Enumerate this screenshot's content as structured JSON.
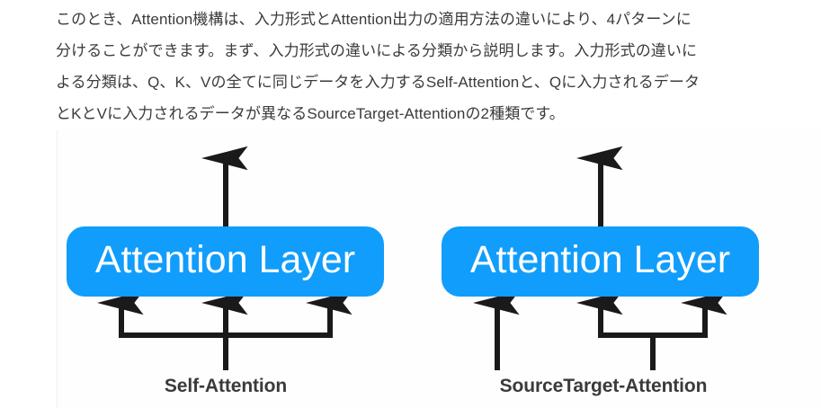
{
  "prose": {
    "lines": [
      "このとき、Attention機構は、入力形式とAttention出力の適用方法の違いにより、4パターンに",
      "分けることができます。まず、入力形式の違いによる分類から説明します。入力形式の違いに",
      "よる分類は、Q、K、Vの全てに同じデータを入力するSelf-Attentionと、Qに入力されるデータ",
      "とKとVに入力されるデータが異なるSourceTarget-Attentionの2種類です。"
    ]
  },
  "figure": {
    "box_color": "#119dfb",
    "arrow_color": "#1a1a1a",
    "label_color": "#ffffff",
    "caption_color": "#3a3a3a",
    "diagrams": [
      {
        "id": "self-attention",
        "box_label": "Attention Layer",
        "caption": "Self-Attention",
        "inputs": 3,
        "merge_description": "all three inputs share one source stem"
      },
      {
        "id": "source-target-attention",
        "box_label": "Attention Layer",
        "caption": "SourceTarget-Attention",
        "inputs": 3,
        "merge_description": "first input separate; second and third inputs share one source stem"
      }
    ]
  }
}
